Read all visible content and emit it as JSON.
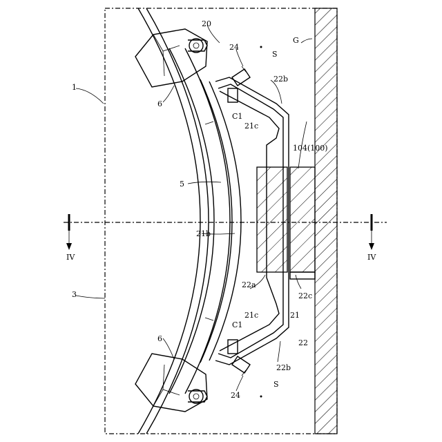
{
  "labels": {
    "ref_1": "1",
    "ref_3": "3",
    "ref_5": "5",
    "ref_6_top": "6",
    "ref_6_bottom": "6",
    "ref_20": "20",
    "ref_21": "21",
    "ref_21b": "21b",
    "ref_21c_top": "21c",
    "ref_21c_bottom": "21c",
    "ref_22": "22",
    "ref_22a": "22a",
    "ref_22b_top": "22b",
    "ref_22b_bottom": "22b",
    "ref_22c": "22c",
    "ref_24_top": "24",
    "ref_24_bottom": "24",
    "ref_c1_top": "C1",
    "ref_c1_bottom": "C1",
    "ref_s_top": "S",
    "ref_s_bottom": "S",
    "ref_g": "G",
    "ref_104": "104(100)",
    "section_left": "IV",
    "section_right": "IV"
  }
}
